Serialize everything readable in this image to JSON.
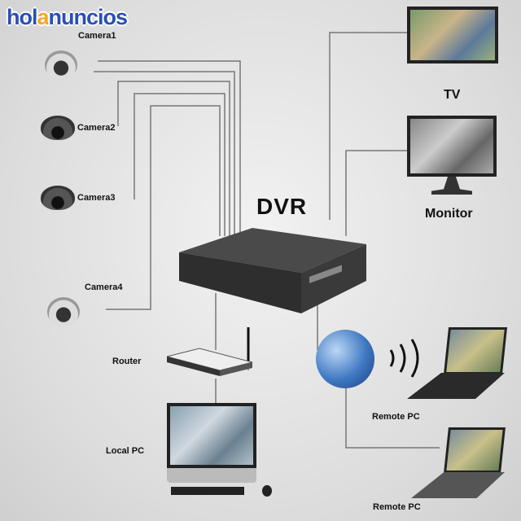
{
  "logo": {
    "part1": "hol",
    "part2": "a",
    "part3": "nuncios"
  },
  "labels": {
    "camera1": "Camera1",
    "camera2": "Camera2",
    "camera3": "Camera3",
    "camera4": "Camera4",
    "dvr": "DVR",
    "tv": "TV",
    "monitor": "Monitor",
    "router": "Router",
    "local_pc": "Local PC",
    "remote_pc_1": "Remote PC",
    "remote_pc_2": "Remote PC"
  },
  "colors": {
    "wire": "#777777",
    "logo_blue": "#2a4fb5",
    "logo_orange": "#f5a623"
  }
}
